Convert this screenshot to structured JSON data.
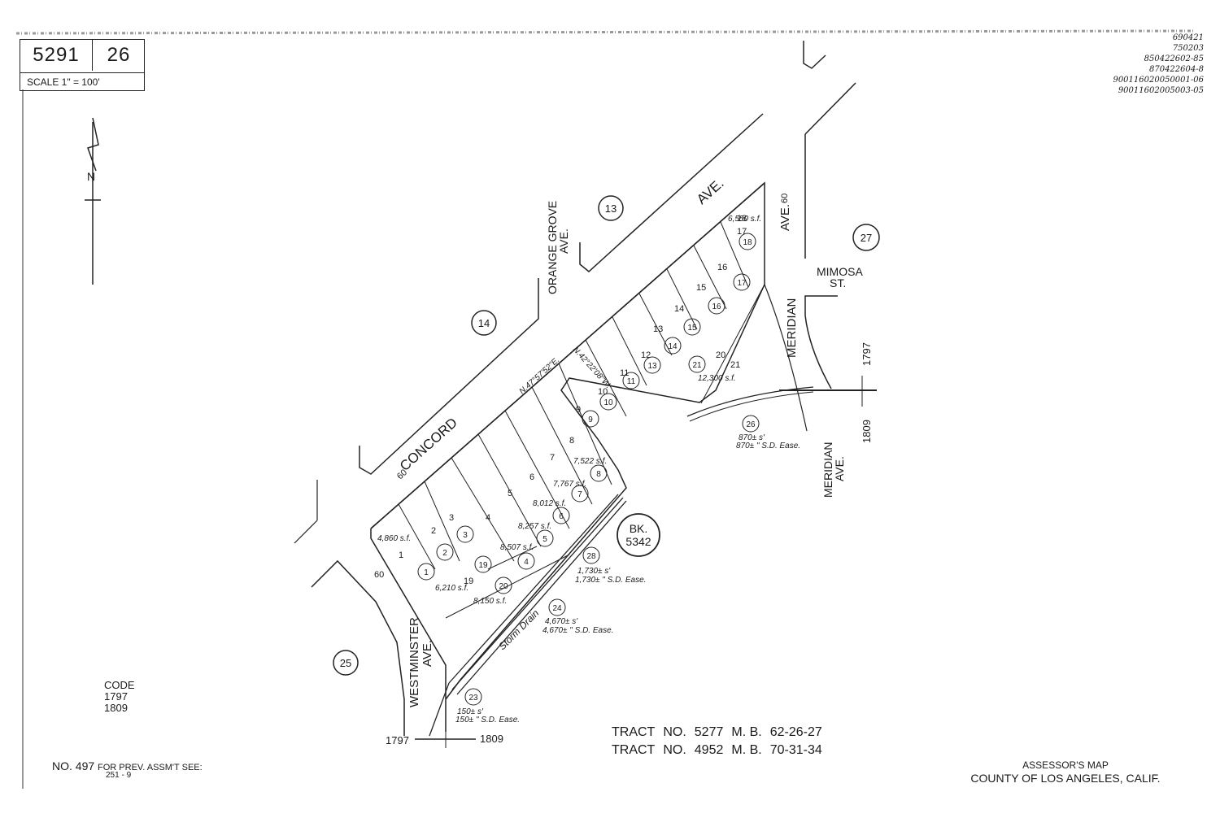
{
  "header": {
    "map_book": "5291",
    "map_page": "26",
    "scale": "SCALE 1\" = 100'"
  },
  "revision_notes": [
    "690421",
    "750203",
    "850422602-85",
    "870422604-8",
    "900116020050001-06",
    "90011602005003-05"
  ],
  "north_arrow": {
    "label": "N"
  },
  "streets": {
    "concord": "CONCORD",
    "concord_ave": "AVE.",
    "concord_width": "60",
    "orange_grove_1": "ORANGE GROVE",
    "orange_grove_2": "AVE.",
    "meridian": "MERIDIAN",
    "meridian_ave": "AVE.",
    "meridian_width": "60",
    "meridian_lower_1": "MERIDIAN",
    "meridian_lower_2": "AVE.",
    "mimosa_1": "MIMOSA",
    "mimosa_2": "ST.",
    "westminster_1": "WESTMINSTER",
    "westminster_2": "AVE.",
    "westminster_width": "60",
    "storm_drain": "Storm Drain",
    "bearing_main": "N.47°57'52\"E.",
    "bearing_rear": "N.42°22'08\"W."
  },
  "block_numbers": [
    "13",
    "14",
    "25",
    "27"
  ],
  "book_ref": {
    "line1": "BK.",
    "line2": "5342"
  },
  "parcels": [
    "1",
    "2",
    "3",
    "4",
    "5",
    "6",
    "7",
    "8",
    "9",
    "10",
    "11",
    "13",
    "14",
    "15",
    "16",
    "17",
    "18",
    "19",
    "20",
    "21",
    "23",
    "24",
    "26",
    "28"
  ],
  "lot_numbers": [
    "1",
    "2",
    "3",
    "4",
    "5",
    "6",
    "7",
    "8",
    "9",
    "10",
    "11",
    "12",
    "13",
    "14",
    "15",
    "16",
    "17",
    "18",
    "19",
    "20",
    "21"
  ],
  "areas": [
    "4,860 s.f.",
    "6,210 s.f.",
    "8,150 s.f.",
    "8,507 s.f.",
    "8,257 s.f.",
    "8,012 s.f.",
    "7,767 s.f.",
    "7,522 s.f.",
    "12,300 s.f.",
    "6,550 s.f."
  ],
  "easements": {
    "e28_1": "1,730± s'",
    "e28_2": "1,730± \" S.D. Ease.",
    "e24_1": "4,670± s'",
    "e24_2": "4,670± \" S.D. Ease.",
    "e23_1": "150± s'",
    "e23_2": "150± \" S.D. Ease.",
    "e26_1": "870± s'",
    "e26_2": "870± \" S.D. Ease."
  },
  "code": {
    "label": "CODE",
    "values": [
      "1797",
      "1809"
    ]
  },
  "code_lines": {
    "left_a": "1797",
    "left_b": "1809",
    "right_a": "1797",
    "right_b": "1809"
  },
  "tracts": [
    {
      "tract_label": "TRACT",
      "no_label": "NO.",
      "number": "5277",
      "mb_label": "M. B.",
      "ref": "62-26-27"
    },
    {
      "tract_label": "TRACT",
      "no_label": "NO.",
      "number": "4952",
      "mb_label": "M. B.",
      "ref": "70-31-34"
    }
  ],
  "prev_assmt": {
    "number": "NO. 497",
    "text": "FOR PREV. ASSM'T SEE:",
    "ref": "251 - 9"
  },
  "footer": {
    "line1": "ASSESSOR'S MAP",
    "line2": "COUNTY OF LOS ANGELES, CALIF."
  }
}
